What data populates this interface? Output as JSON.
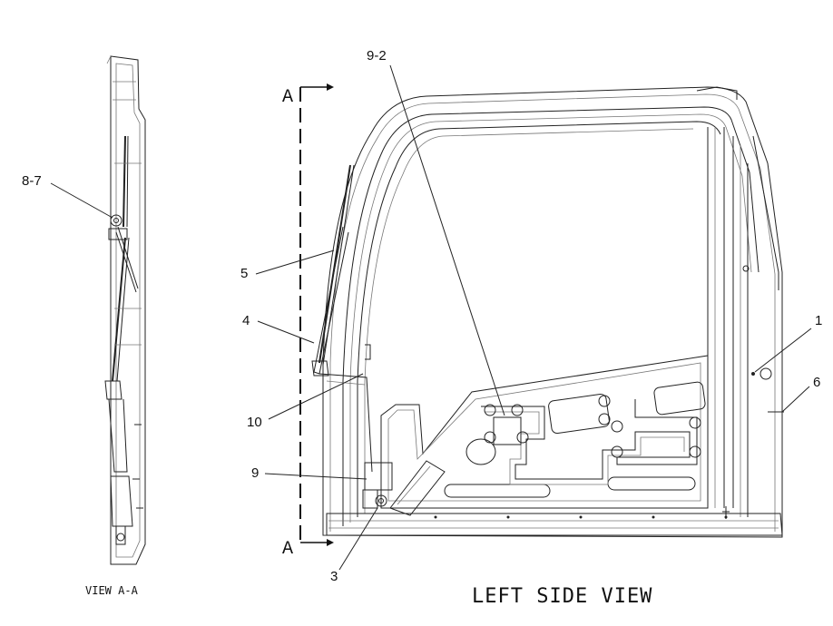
{
  "views": {
    "section_label": "VIEW A-A",
    "main_label": "LEFT SIDE VIEW"
  },
  "section_marker": {
    "top": "A",
    "bottom": "A"
  },
  "callouts": {
    "c1": "1",
    "c3": "3",
    "c4": "4",
    "c5": "5",
    "c6": "6",
    "c9": "9",
    "c10": "10",
    "c9_2": "9-2",
    "c8_7": "8-7"
  },
  "colors": {
    "line": "#222222",
    "background": "#ffffff"
  }
}
